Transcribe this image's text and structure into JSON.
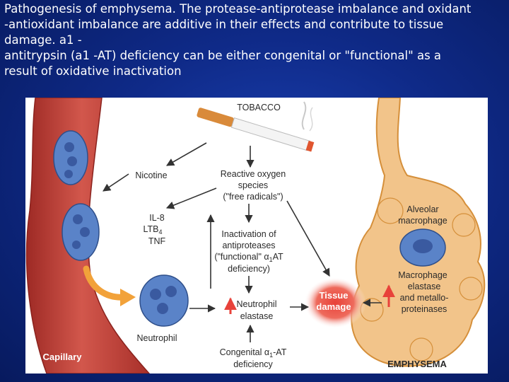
{
  "caption": {
    "line1": "Pathogenesis of emphysema. The protease-antiprotease imbalance and oxidant",
    "line2": "-antioxidant imbalance are additive in their effects and contribute to tissue",
    "line3": "damage. a1 -",
    "line4": "antitrypsin (a1 -AT) deficiency can be either congenital or \"functional\" as a",
    "line5": "result of oxidative inactivation"
  },
  "diagram": {
    "tobacco": "TOBACCO",
    "nicotine": "Nicotine",
    "reactive": [
      "Reactive oxygen",
      "species",
      "(\"free radicals\")"
    ],
    "mediators": [
      "IL-8",
      "LTB",
      "TNF"
    ],
    "ltb_sub": "4",
    "inactivation": [
      "Inactivation of",
      "antiproteases",
      "(\"functional\" ",
      "AT",
      "deficiency)"
    ],
    "alpha": "α",
    "alpha_sub": "1",
    "neutrophil_elastase": [
      "Neutrophil",
      "elastase"
    ],
    "neutrophil": "Neutrophil",
    "congenital": [
      "Congenital ",
      "-AT",
      "deficiency"
    ],
    "tissue_damage": [
      "Tissue",
      "damage"
    ],
    "alveolar": [
      "Alveolar",
      "macrophage"
    ],
    "macrophage_elastase": [
      "Macrophage",
      "elastase",
      "and metallo-",
      "proteinases"
    ],
    "capillary": "Capillary",
    "emphysema": "EMPHYSEMA"
  },
  "colors": {
    "vessel": "#c8453c",
    "cell": "#5a83c8",
    "alveolus": "#f2c48a",
    "damage": "#e8423a",
    "arrow": "#333333",
    "transit_arrow": "#f2a23a"
  }
}
